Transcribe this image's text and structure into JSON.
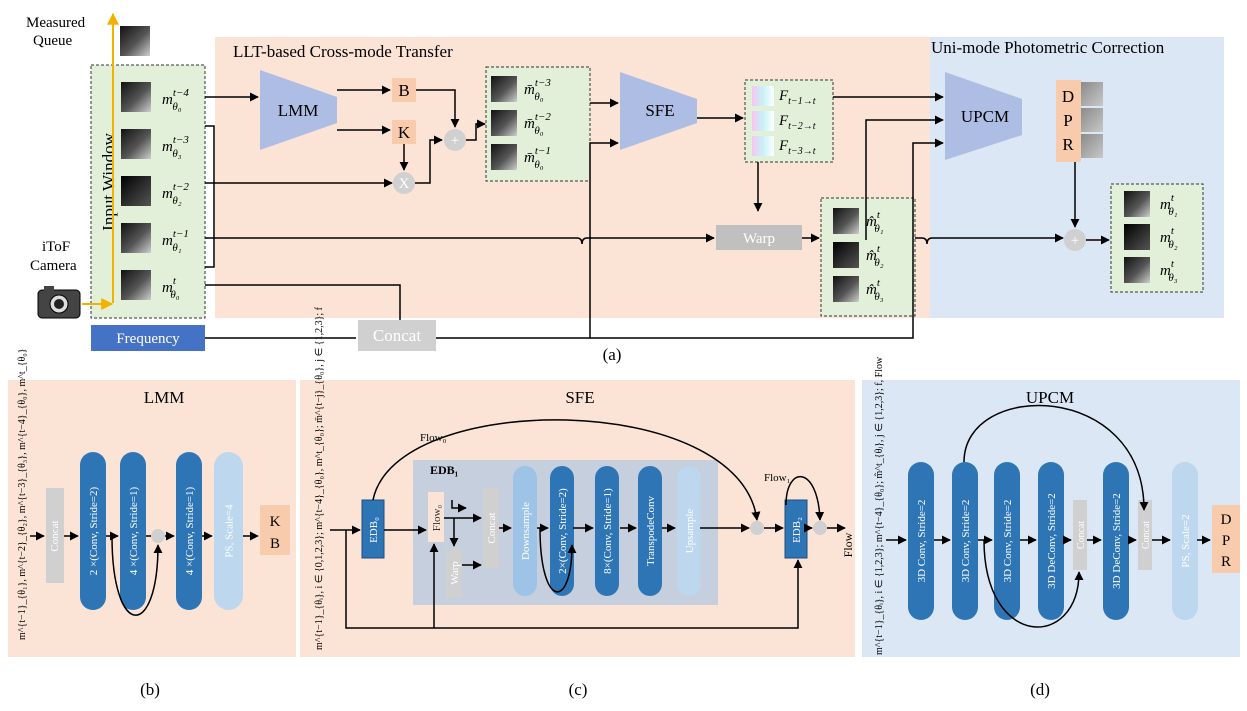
{
  "top": {
    "measured_queue": [
      "Measured",
      "Queue"
    ],
    "input_window": "Input Window",
    "camera": [
      "iToF",
      "Camera"
    ],
    "frequency": "Frequency",
    "concat": "Concat",
    "llt_title": "LLT-based Cross-mode Transfer",
    "lmm": "LMM",
    "b": "B",
    "k": "K",
    "plus": "+",
    "times": "X",
    "sfe": "SFE",
    "warp": "Warp",
    "unimode_title": "Uni-mode Photometric Correction",
    "upcm": "UPCM",
    "dpr": [
      "D",
      "P",
      "R"
    ],
    "input_frames": [
      {
        "base": "m",
        "sup": "t−4",
        "sub": "θ₀"
      },
      {
        "base": "m",
        "sup": "t−3",
        "sub": "θ₃"
      },
      {
        "base": "m",
        "sup": "t−2",
        "sub": "θ₂"
      },
      {
        "base": "m",
        "sup": "t−1",
        "sub": "θ₁"
      },
      {
        "base": "m",
        "sup": "t",
        "sub": "θ₀"
      }
    ],
    "transfer_frames": [
      {
        "base": "m̄",
        "sup": "t−3",
        "sub": "θ₀"
      },
      {
        "base": "m̄",
        "sup": "t−2",
        "sub": "θ₀"
      },
      {
        "base": "m̄",
        "sup": "t−1",
        "sub": "θ₀"
      }
    ],
    "flows": [
      {
        "base": "F",
        "sub": "t−1→t"
      },
      {
        "base": "F",
        "sub": "t−2→t"
      },
      {
        "base": "F",
        "sub": "t−3→t"
      }
    ],
    "warped_frames": [
      {
        "base": "m̂",
        "sup": "t",
        "sub": "θ₁"
      },
      {
        "base": "m̂",
        "sup": "t",
        "sub": "θ₂"
      },
      {
        "base": "m̂",
        "sup": "t",
        "sub": "θ₃"
      }
    ],
    "output_frames": [
      {
        "base": "m",
        "sup": "t",
        "sub": "θ₁"
      },
      {
        "base": "m",
        "sup": "t",
        "sub": "θ₂"
      },
      {
        "base": "m",
        "sup": "t",
        "sub": "θ₃"
      }
    ],
    "caption": "(a)"
  },
  "lmm_panel": {
    "title": "LMM",
    "input": "m^{t−1}_{θ₁}, m^{t−2}_{θ₂}, m^{t−3}_{θ₃}, m^{t−4}_{θ₀}, m^t_{θ₀}",
    "concat": "Concat",
    "blocks": [
      "2 ×(Conv, Stride=2)",
      "4 ×(Conv, Stride=1)",
      "4 ×(Conv, Stride=1)",
      "PS, Scale=4"
    ],
    "out": [
      "K",
      "B"
    ],
    "caption": "(b)"
  },
  "sfe_panel": {
    "title": "SFE",
    "input": "m^{t−1}_{θᵢ}, i ∈ {0,1,2,3}; m^{t−4}_{θ₀}, m^t_{θ₀}; m̄^{t−j}_{θ₀}, j ∈ {1,2,3}; f",
    "edb0": "EDB₀",
    "edb1": "EDB₁",
    "edb2": "EDB₂",
    "flow0_top": "Flow₀",
    "flow0_inner": "Flow₀",
    "flow1": "Flow₁",
    "warp": "Warp",
    "concat": "Concat",
    "blocks": [
      "Downsample",
      "2×(Conv, Stride=2)",
      "8×(Conv, Stride=1)",
      "TranspodeConv",
      "Upsample"
    ],
    "out": "Flow",
    "caption": "(c)"
  },
  "upcm_panel": {
    "title": "UPCM",
    "input": "m^{t−1}_{θᵢ}, i ∈ {1,2,3}; m^{t−4}_{θ₀}; m̂^t_{θⱼ}, j ∈ {1,2,3}; f, Flow",
    "blocks": [
      "3D Conv, Stride=2",
      "3D Conv, Stride=2",
      "3D Conv, Stride=2",
      "3D DeConv, Stride=2",
      "Concat",
      "3D DeConv, Stride=2",
      "Concat",
      "PS, Scale=2"
    ],
    "out": [
      "D",
      "P",
      "R"
    ],
    "caption": "(d)"
  },
  "colors": {
    "peach": "#fbe3d6",
    "light_blue": "#dbe7f4",
    "green_box": "#e2f0d9",
    "lavender": "#aebde3",
    "orange_box": "#f8cbad",
    "dark_blue": "#2e75b6",
    "mid_blue": "#4472c4",
    "pale_blue": "#bdd7ee",
    "grey": "#d0d0d0",
    "inner_grey": "#c5cfdd"
  }
}
